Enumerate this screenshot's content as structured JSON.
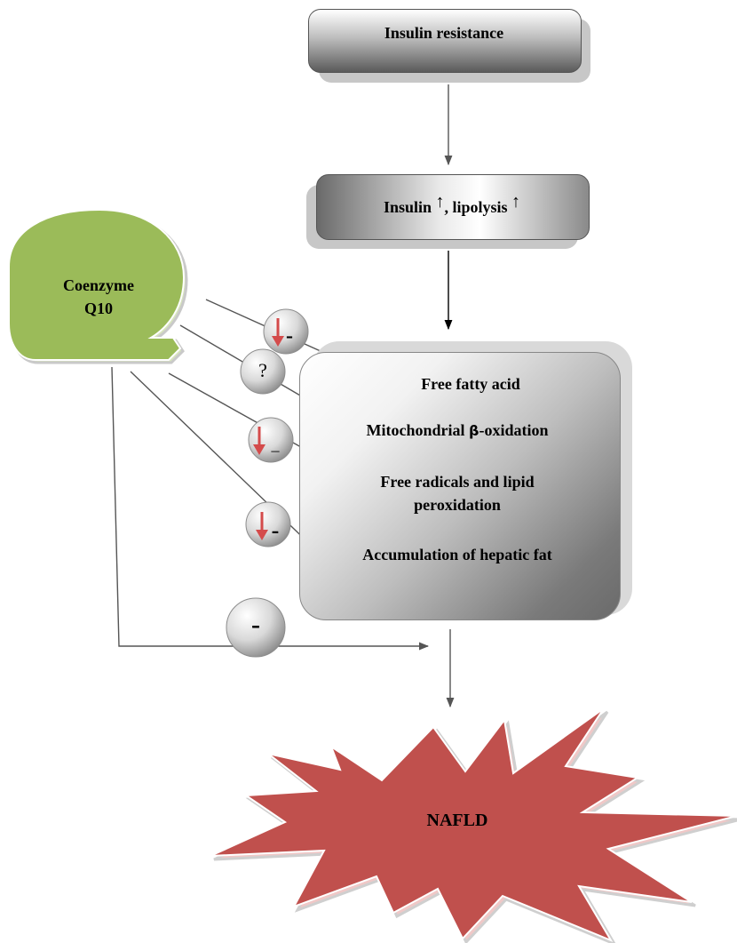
{
  "nodes": {
    "insulin_resistance": "Insulin resistance",
    "insulin_lipolysis": {
      "insulin": "Insulin",
      "up_arrow": "↑",
      "separator": ", lipolysis",
      "up_arrow2": "↑"
    },
    "coenzyme": {
      "line1": "Coenzyme",
      "line2": "Q10"
    },
    "effects": {
      "ffa": "Free fatty acid",
      "mito_prefix": "Mitochondrial ",
      "beta": "β",
      "mito_suffix": "-oxidation",
      "radicals_line1": "Free radicals and lipid",
      "radicals_line2": "peroxidation",
      "hepatic_fat": "Accumulation of hepatic fat"
    },
    "outcome": "NAFLD"
  },
  "markers": {
    "m1": "-",
    "m2": "?",
    "m3": "_",
    "m4": "-",
    "m5": "-"
  },
  "colors": {
    "coenzyme_fill": "#9bbb59",
    "nafld_fill": "#c0504d",
    "down_arrow": "#d44b4b",
    "connector": "#555555"
  }
}
